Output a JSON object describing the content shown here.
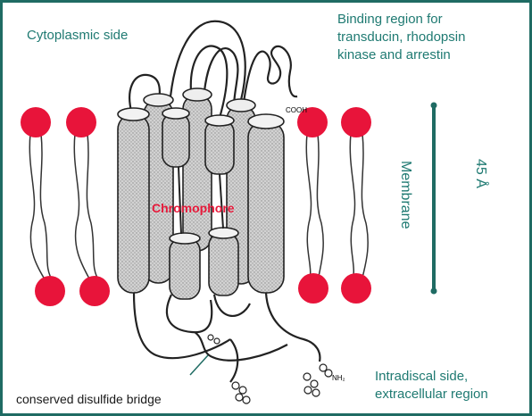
{
  "labels": {
    "cytoplasmic": "Cytoplasmic side",
    "binding_line1": "Binding region for",
    "binding_line2": "transducin, rhodopsin",
    "binding_line3": "kinase and arrestin",
    "membrane": "Membrane",
    "distance": "45 Å",
    "chromophore": "Chromophore",
    "cooh": "COOH",
    "nh2": "NH₂",
    "disulfide": "conserved disulfide bridge",
    "intradiscal_line1": "Intradiscal side,",
    "intradiscal_line2": "extracellular region"
  },
  "colors": {
    "border": "#1f6b63",
    "label_text": "#1f7a72",
    "lipid_head": "#e8143a",
    "helix_fill": "#c9c9c9",
    "chromophore": "#e6193a",
    "scale_bar": "#1f6b63"
  }
}
